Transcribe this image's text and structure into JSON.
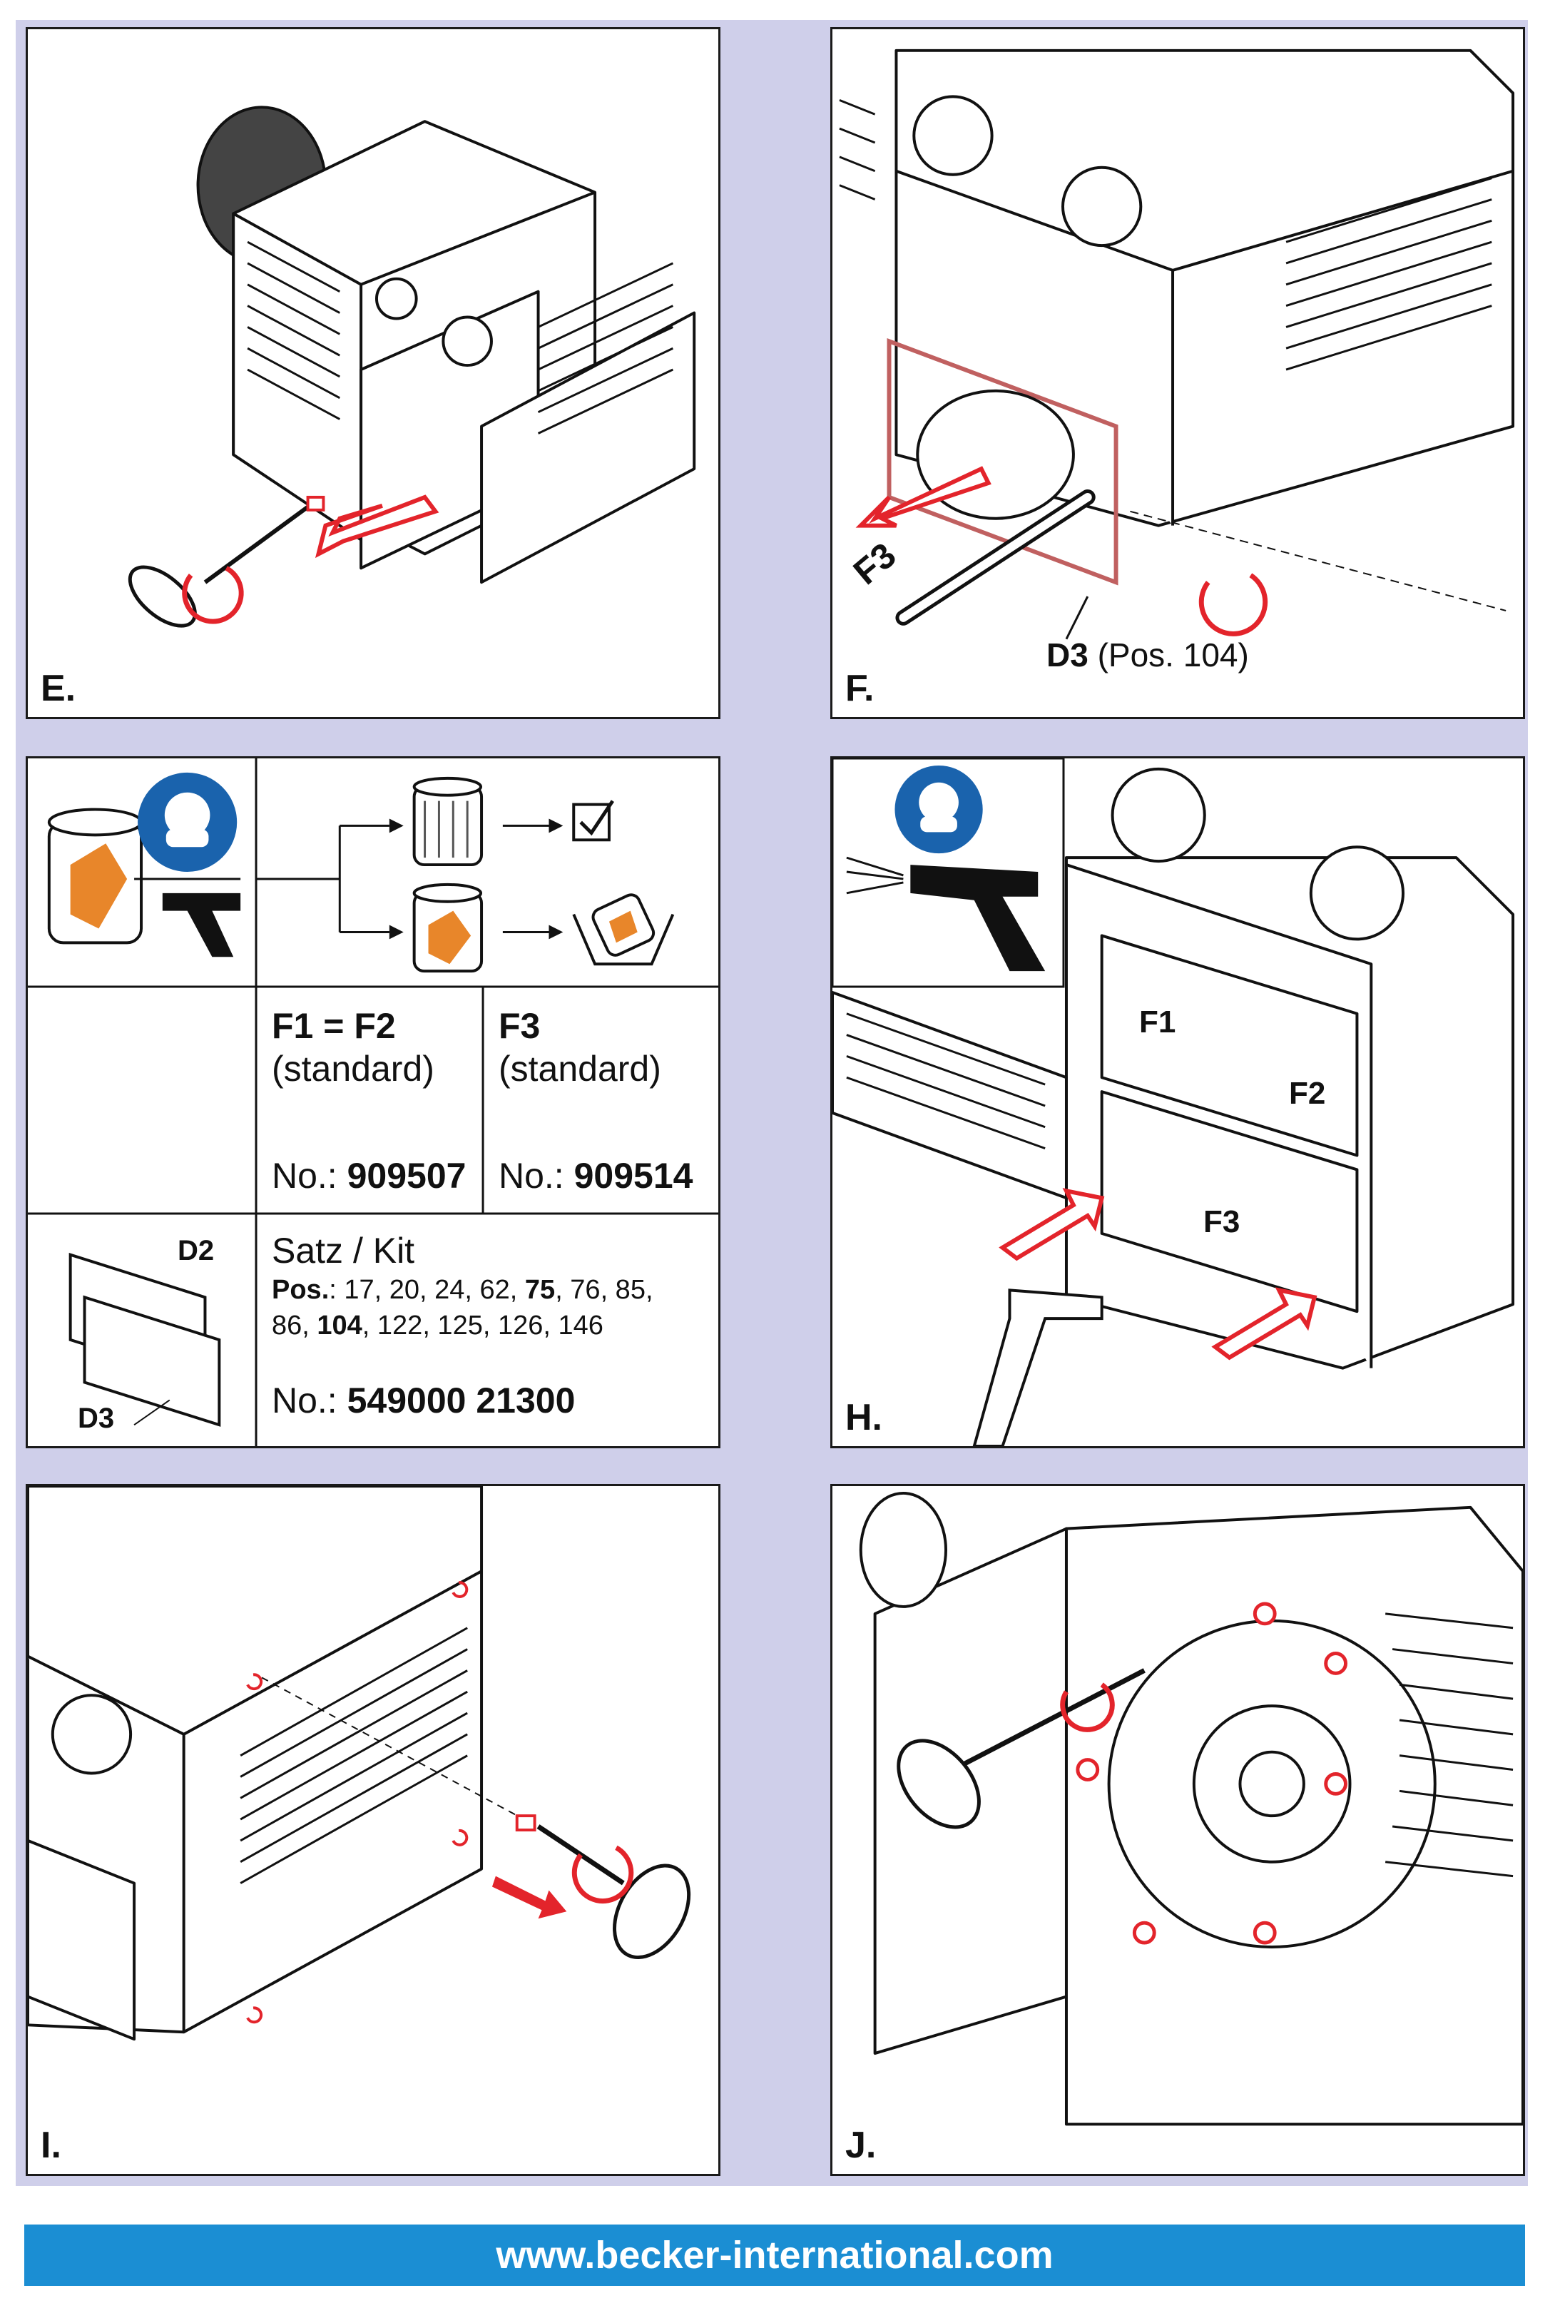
{
  "panels": {
    "e": {
      "label": "E."
    },
    "f": {
      "label": "F.",
      "arrow_label": "F3",
      "callout_code": "D3",
      "callout_pos": "(Pos. 104)"
    },
    "h": {
      "label": "H.",
      "cells": [
        "F1",
        "F2",
        "F3"
      ]
    },
    "i": {
      "label": "I."
    },
    "j": {
      "label": "J."
    }
  },
  "filters": {
    "f1f2": {
      "name": "F1 = F2",
      "type": "(standard)",
      "no_label": "No.:",
      "no_value": "909507"
    },
    "f3": {
      "name": "F3",
      "type": "(standard)",
      "no_label": "No.:",
      "no_value": "909514"
    }
  },
  "kit": {
    "title": "Satz / Kit",
    "pos_label": "Pos.",
    "pos_line1": ": 17, 20, 24, 62, ",
    "pos_b1": "75",
    "pos_line1b": ", 76, 85,",
    "pos_line2a": "86, ",
    "pos_b2": "104",
    "pos_line2b": ", 122, 125, 126, 146",
    "no_label": "No.:",
    "no_value": "549000 21300",
    "gasket_d2": "D2",
    "gasket_d3": "D3"
  },
  "footer": {
    "url": "www.becker-international.com"
  },
  "colors": {
    "accent_red": "#e3242b",
    "blue": "#1b8ed3",
    "mask_blue": "#1a63ad",
    "filter_orange": "#e8862a"
  }
}
